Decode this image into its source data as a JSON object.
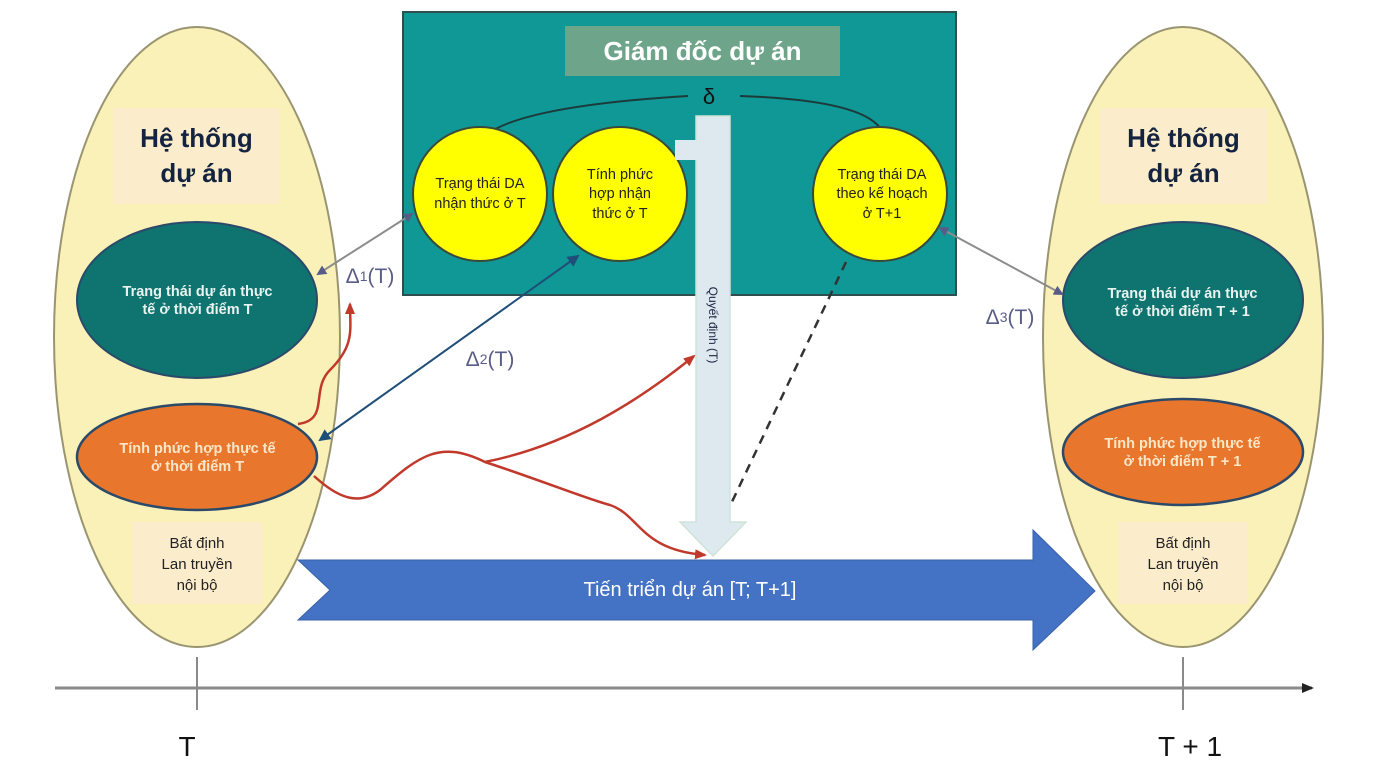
{
  "project_manager": {
    "title": "Giám đốc dự án",
    "delta_symbol": "δ",
    "perceived_state": "Trạng thái DA nhận thức ở T",
    "perceived_complexity": "Tính phức hợp nhận thức ở T",
    "planned_state": "Trạng thái DA theo kế hoạch ở T+1",
    "decision_label": "Quyết định (T)"
  },
  "system_t": {
    "title_line1": "Hệ thống",
    "title_line2": "dự án",
    "state": "Trạng thái dự án thực tế ở thời điểm T",
    "complexity": "Tính phức hợp thực tế ở thời điểm T",
    "uncertainty_line1": "Bất định",
    "uncertainty_line2": "Lan truyền",
    "uncertainty_line3": "nội bộ"
  },
  "system_t1": {
    "title_line1": "Hệ thống",
    "title_line2": "dự án",
    "state": "Trạng thái dự án thực tế ở thời điểm T + 1",
    "complexity": "Tính phức hợp thực tế ở thời điểm T + 1",
    "uncertainty_line1": "Bất định",
    "uncertainty_line2": "Lan truyền",
    "uncertainty_line3": "nội bộ"
  },
  "gaps": {
    "delta1": {
      "symbol": "Δ",
      "sub": "1",
      "arg": "(T)"
    },
    "delta2": {
      "symbol": "Δ",
      "sub": "2",
      "arg": "(T)"
    },
    "delta3": {
      "symbol": "Δ",
      "sub": "3",
      "arg": "(T)"
    }
  },
  "progress_label": "Tiến triển dự án [T; T+1]",
  "timeline": {
    "start_label": "T",
    "end_label": "T + 1"
  },
  "colors": {
    "teal_box": "#0f9896",
    "yellow_circle": "#ffff00",
    "system_ellipse": "#f9f1b8",
    "state_ellipse": "#0f7370",
    "complexity_ellipse": "#e8762c",
    "progress_arrow": "#4472c4",
    "red_arrow": "#c0392b",
    "blue_arrow": "#1f4e79",
    "gray_arrow": "#8c8c8c"
  }
}
